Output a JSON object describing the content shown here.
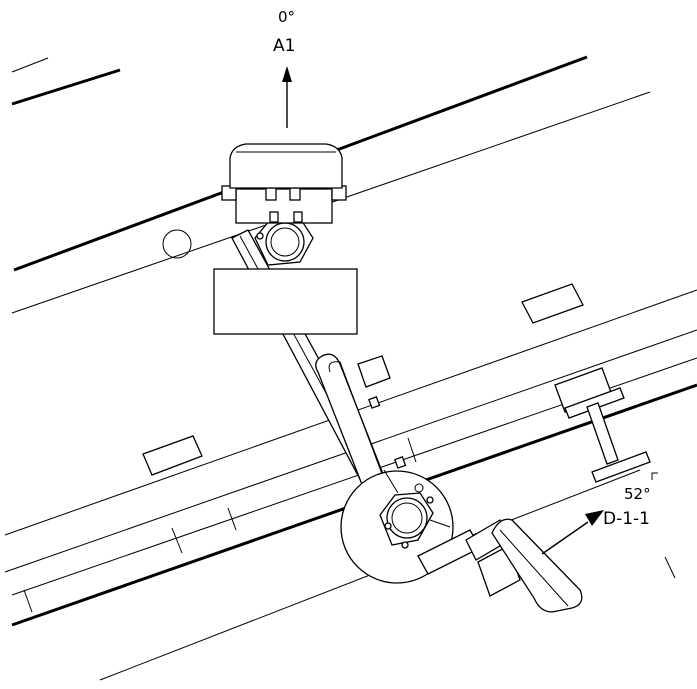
{
  "annotations": {
    "top_azimuth": "0°",
    "top_label": "A1",
    "right_azimuth": "52°",
    "right_label": "D-1-1"
  }
}
